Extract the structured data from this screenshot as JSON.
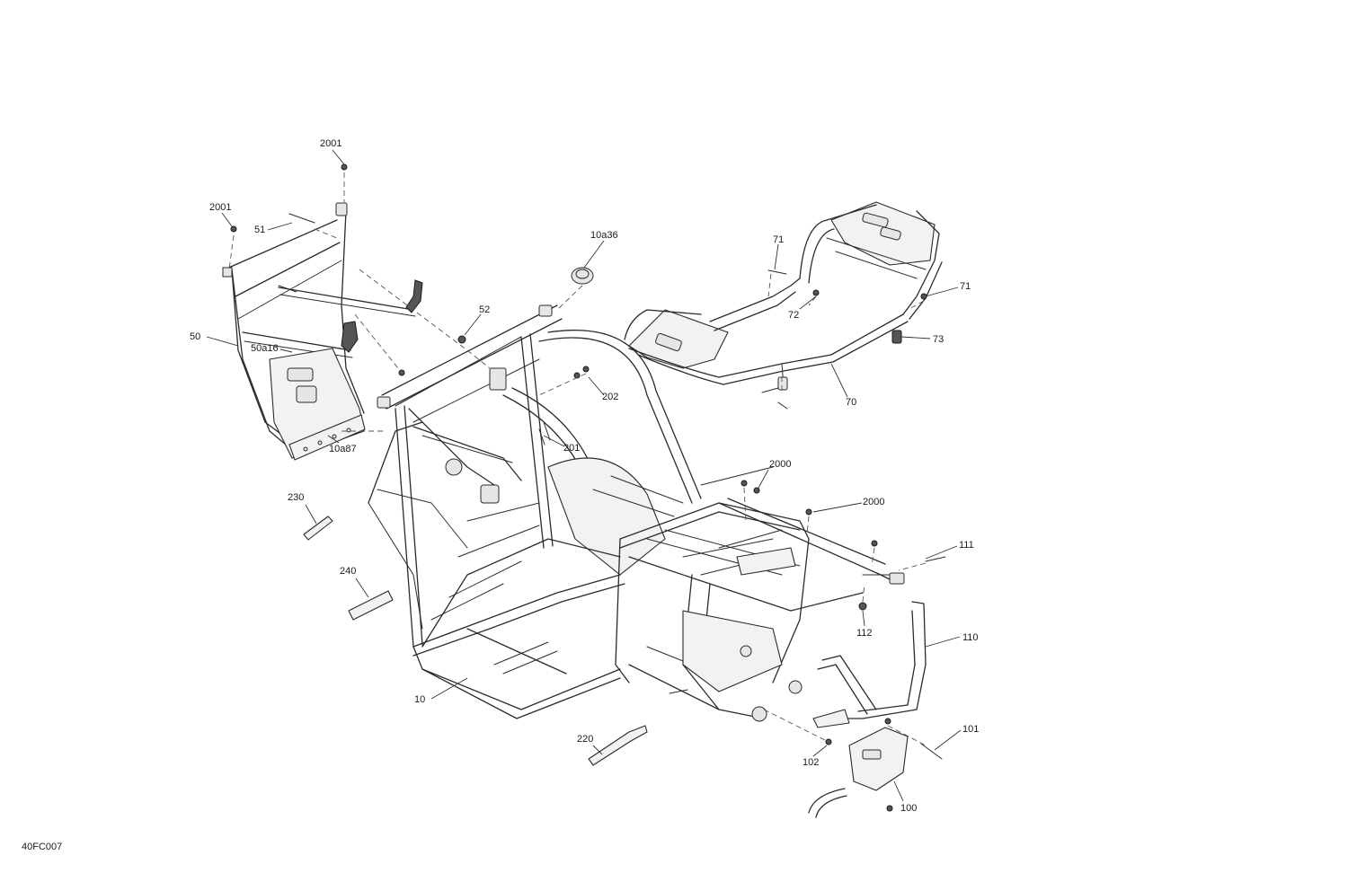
{
  "callouts": {
    "c_2001_top": "2001",
    "c_2001_left": "2001",
    "c_51": "51",
    "c_10a36": "10a36",
    "c_52": "52",
    "c_50": "50",
    "c_50a16": "50a16",
    "c_10a87": "10a87",
    "c_202": "202",
    "c_201": "201",
    "c_71_top": "71",
    "c_71_right": "71",
    "c_72": "72",
    "c_73": "73",
    "c_70": "70",
    "c_2000_a": "2000",
    "c_2000_b": "2000",
    "c_111": "111",
    "c_230": "230",
    "c_240": "240",
    "c_112": "112",
    "c_110": "110",
    "c_10": "10",
    "c_220": "220",
    "c_101": "101",
    "c_102": "102",
    "c_100": "100"
  },
  "drawing_code": "40FC007"
}
